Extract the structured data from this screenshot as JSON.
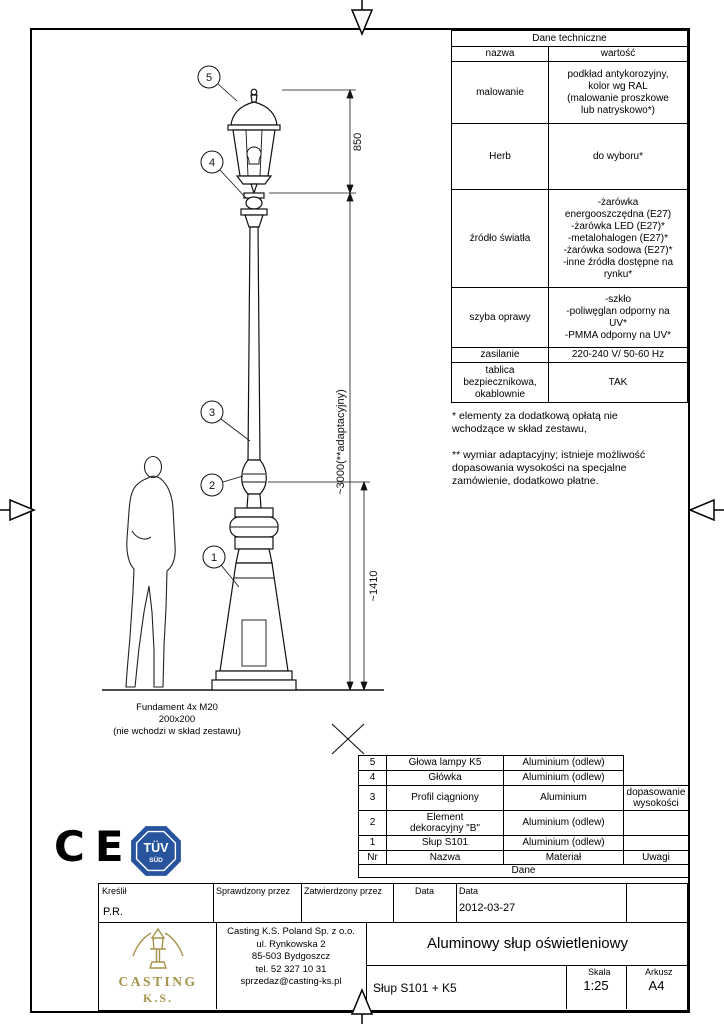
{
  "tech_table": {
    "title": "Dane techniczne",
    "col_name": "nazwa",
    "col_value": "wartość",
    "rows": [
      {
        "name": "malowanie",
        "value": "podkład antykorozyjny,\nkolor wg RAL\n(malowanie proszkowe\nlub natryskowo*)"
      },
      {
        "name": "Herb",
        "value": "do wyboru*"
      },
      {
        "name": "źródło światła",
        "value": "-żarówka\nenergooszczędna (E27)\n-żarówka LED (E27)*\n-metalohalogen (E27)*\n-żarówka sodowa (E27)*\n-inne źródła dostępne na\nrynku*"
      },
      {
        "name": "szyba oprawy",
        "value": "-szkło\n-poliwęglan odporny na\nUV*\n-PMMA odporny na UV*"
      },
      {
        "name": "zasilanie",
        "value": "220-240 V/ 50-60 Hz"
      },
      {
        "name": "tablica\nbezpiecznikowa,\nokablownie",
        "value": "TAK"
      }
    ]
  },
  "notes": {
    "note1": "* elementy za dodatkową opłatą nie\nwchodzące w skład zestawu,",
    "note2": "** wymiar adaptacyjny; istnieje możliwość\ndopasowania wysokości na specjalne\nzamówienie, dodatkowo płatne."
  },
  "drawing": {
    "dim_lantern": "850",
    "dim_total": "~3000(**adaptacyjny)",
    "dim_base": "~1410",
    "callout_5": "5",
    "callout_4": "4",
    "callout_3": "3",
    "callout_2": "2",
    "callout_1": "1",
    "foundation_note": "Fundament 4x M20\n200x200\n(nie wchodzi w skład zestawu)"
  },
  "parts_table": {
    "header": {
      "nr": "Nr",
      "name": "Nazwa",
      "material": "Materiał",
      "notes": "Uwagi"
    },
    "footer": "Dane",
    "rows": [
      {
        "nr": "5",
        "name": "Głowa lampy K5",
        "material": "Aluminium (odlew)",
        "notes": ""
      },
      {
        "nr": "4",
        "name": "Główka",
        "material": "Aluminium (odlew)",
        "notes": ""
      },
      {
        "nr": "3",
        "name": "Profil ciągniony",
        "material": "Aluminium",
        "notes": "dopasowanie\nwysokości"
      },
      {
        "nr": "2",
        "name": "Element\ndekoracyjny \"B\"",
        "material": "Aluminium (odlew)",
        "notes": ""
      },
      {
        "nr": "1",
        "name": "Słup S101",
        "material": "Aluminium (odlew)",
        "notes": ""
      }
    ]
  },
  "title_block": {
    "kreslil_label": "Kreślił",
    "kreslil_value": "P.R.",
    "sprawdzony_label": "Sprawdzony przez",
    "zatwierdzony_label": "Zatwierdzony przez",
    "data_small_label": "Data",
    "data_label": "Data",
    "data_value": "2012-03-27",
    "company_address": "Casting K.S. Poland Sp. z o.o.\nul. Rynkowska 2\n85-503 Bydgoszcz\ntel. 52 327 10 31\nsprzedaz@casting-ks.pl",
    "drawing_title": "Aluminowy słup oświetleniowy",
    "model": "Słup S101 + K5",
    "skala_label": "Skala",
    "skala_value": "1:25",
    "arkusz_label": "Arkusz",
    "arkusz_value": "A4"
  },
  "logos": {
    "ce": "CE",
    "tuv_main": "TÜV",
    "tuv_sub": "SÜD",
    "casting_name": "CASTING",
    "casting_suffix": "K.S.",
    "colors": {
      "tuv_blue": "#27549d",
      "casting_gold": "#a6934b"
    }
  }
}
